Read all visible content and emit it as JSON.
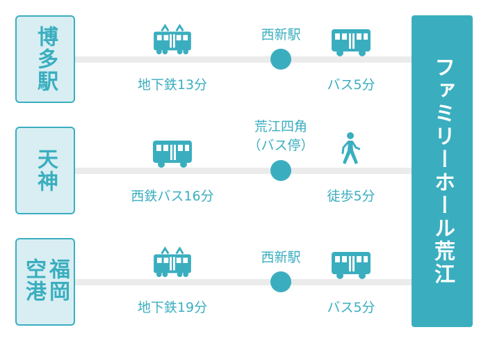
{
  "colors": {
    "accent": "#3aaebf",
    "light": "#d8eef3",
    "line": "#ebebeb"
  },
  "destination": "ファミリーホール荒江",
  "routes": [
    {
      "origin": "博多駅",
      "stop": "西新駅",
      "leg1_icon": "train-icon",
      "leg1": "地下鉄13分",
      "leg2_icon": "bus-icon",
      "leg2": "バス5分"
    },
    {
      "origin": "天神",
      "stop": "荒江四角",
      "stop_sub": "（バス停）",
      "leg1_icon": "bus-icon",
      "leg1": "西鉄バス16分",
      "leg2_icon": "walking-person-icon",
      "leg2": "徒歩5分"
    },
    {
      "origin": "福岡空港",
      "origin_col1": "福岡",
      "origin_col2": "空港",
      "stop": "西新駅",
      "leg1_icon": "train-icon",
      "leg1": "地下鉄19分",
      "leg2_icon": "bus-icon",
      "leg2": "バス5分"
    }
  ]
}
